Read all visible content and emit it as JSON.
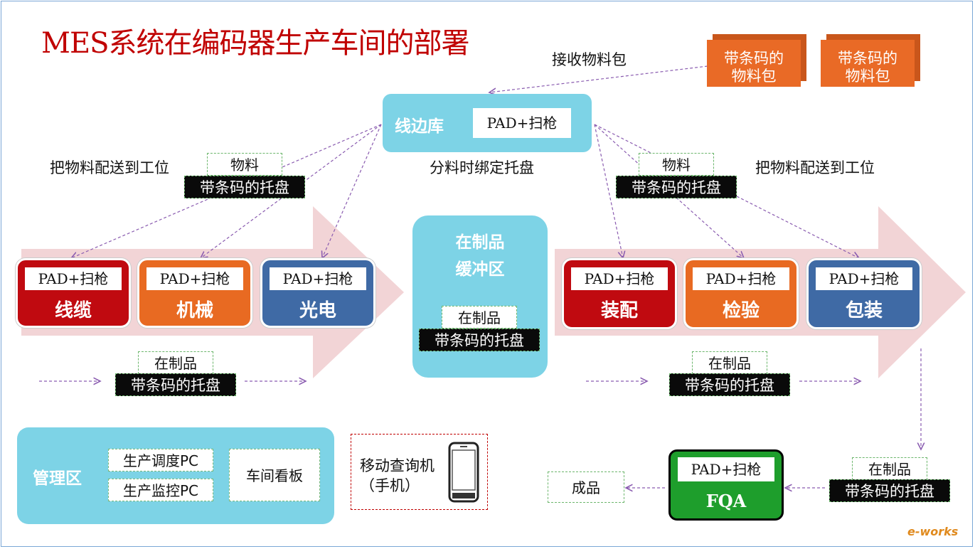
{
  "title": "MES系统在编码器生产车间的部署",
  "receive_label": "接收物料包",
  "material_packs": [
    "带条码的\n物料包",
    "带条码的\n物料包"
  ],
  "line_store": {
    "title": "线边库",
    "device": "PAD+扫枪"
  },
  "bind_label": "分料时绑定托盘",
  "deliver_label_left": "把物料配送到工位",
  "deliver_label_right": "把物料配送到工位",
  "material_tag": "物料",
  "barcode_tray": "带条码的托盘",
  "wip_tag": "在制品",
  "buffer": {
    "title_line1": "在制品",
    "title_line2": "缓冲区"
  },
  "device_label": "PAD+扫枪",
  "stations_left": [
    "线缆",
    "机械",
    "光电"
  ],
  "stations_right": [
    "装配",
    "检验",
    "包装"
  ],
  "fqa": {
    "name": "FQA",
    "device": "PAD+扫枪"
  },
  "finished_label": "成品",
  "management": {
    "title": "管理区",
    "items": [
      "生产调度PC",
      "生产监控PC"
    ],
    "board": "车间看板"
  },
  "mobile": {
    "line1": "移动查询机",
    "line2": "（手机）"
  },
  "watermark": "e-works",
  "colors": {
    "title": "#c00000",
    "red": "#c00a10",
    "orange": "#e86a22",
    "blue": "#3f6aa5",
    "green": "#1e9e2c",
    "cyan": "#7dd3e6",
    "arrow": "#f2d4d6"
  }
}
